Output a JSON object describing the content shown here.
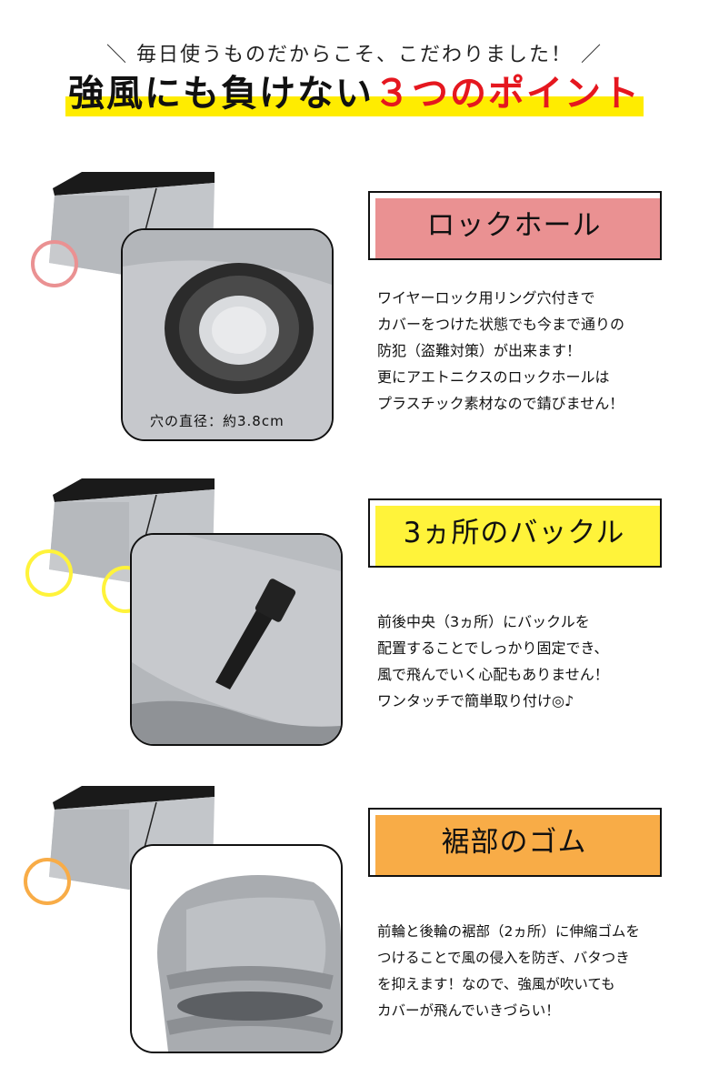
{
  "header": {
    "subtitle": "＼ 毎日使うものだからこそ、こだわりました！ ／",
    "title_main": "強風にも負けない",
    "title_accent": "３つのポイント"
  },
  "colors": {
    "highlight": "#ffec00",
    "accent_red": "#e5171f",
    "pink": "#ea9192",
    "yellow": "#fff33a",
    "orange": "#f8ac47"
  },
  "sections": [
    {
      "heading": "ロックホール",
      "caption": "穴の直径：約3.8cm",
      "lines": [
        "ワイヤーロック用リング穴付きで",
        "カバーをつけた状態でも今まで通りの",
        "防犯（盗難対策）が出来ます！",
        "更にアエトニクスのロックホールは",
        "プラスチック素材なので錆びません！"
      ]
    },
    {
      "heading": "3ヵ所のバックル",
      "lines": [
        "前後中央（3ヵ所）にバックルを",
        "配置することでしっかり固定でき、",
        "風で飛んでいく心配もありません！",
        "ワンタッチで簡単取り付け◎♪"
      ]
    },
    {
      "heading": "裾部のゴム",
      "lines": [
        "前輪と後輪の裾部（2ヵ所）に伸縮ゴムを",
        "つけることで風の侵入を防ぎ、バタつき",
        "を抑えます！なので、強風が吹いても",
        "カバーが飛んでいきづらい！"
      ]
    }
  ]
}
